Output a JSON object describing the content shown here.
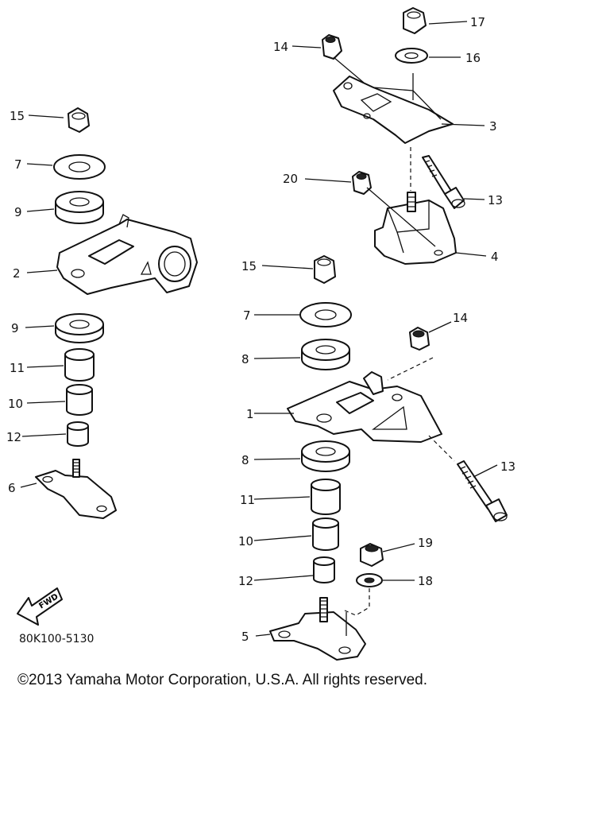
{
  "diagram_code": "80K100-5130",
  "copyright": "©2013 Yamaha Motor Corporation, U.S.A. All rights reserved.",
  "fwd_label": "FWD",
  "callouts": {
    "c17": "17",
    "c14a": "14",
    "c16": "16",
    "c3": "3",
    "c20": "20",
    "c13a": "13",
    "c4": "4",
    "c15a": "15",
    "c7a": "7",
    "c9a": "9",
    "c2": "2",
    "c9b": "9",
    "c11a": "11",
    "c10a": "10",
    "c12a": "12",
    "c6": "6",
    "c15b": "15",
    "c7b": "7",
    "c8a": "8",
    "c14b": "14",
    "c1": "1",
    "c8b": "8",
    "c13b": "13",
    "c11b": "11",
    "c10b": "10",
    "c19": "19",
    "c12b": "12",
    "c18": "18",
    "c5": "5"
  }
}
